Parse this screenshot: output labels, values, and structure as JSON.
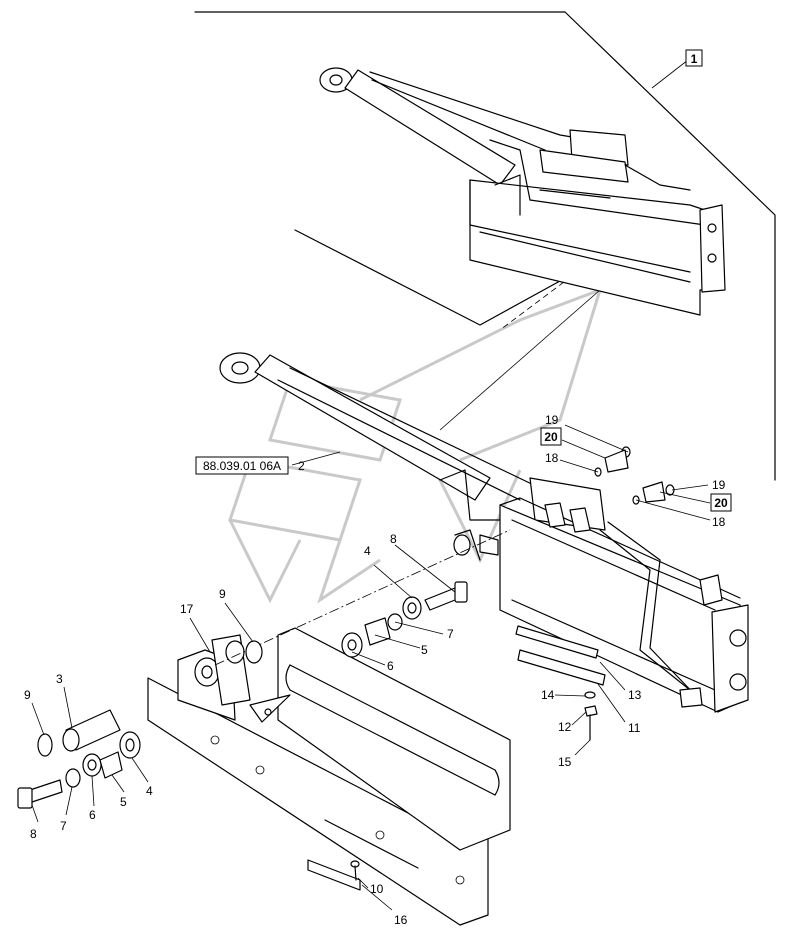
{
  "labels": {
    "ref_top": "1",
    "ref_assembly": "88.039.01 06A",
    "ref_20a": "20",
    "ref_20b": "20",
    "n1": "2",
    "n2": "19",
    "n3": "18",
    "n4": "19",
    "n5": "18",
    "n6": "8",
    "n7": "4",
    "n8": "7",
    "n9": "5",
    "n10": "6",
    "n11": "9",
    "n12": "17",
    "n13": "3",
    "n14": "9",
    "n15": "14",
    "n16": "13",
    "n17": "12",
    "n18": "11",
    "n19": "15",
    "n20": "8",
    "n21": "7",
    "n22": "6",
    "n23": "5",
    "n24": "4",
    "n25": "10",
    "n26": "16"
  }
}
